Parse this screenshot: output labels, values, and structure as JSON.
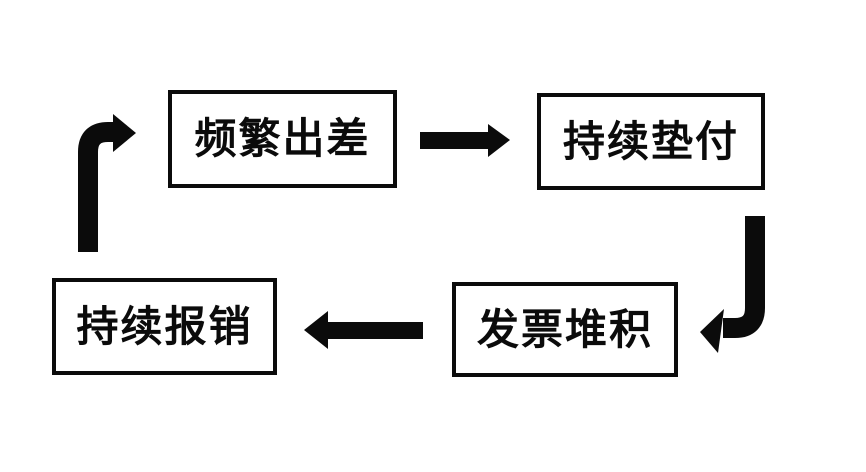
{
  "diagram": {
    "colors": {
      "ink": "#0b0b0b",
      "bg": "#ffffff"
    },
    "nodes": [
      {
        "id": "frequent-business-trips",
        "label": "频繁出差"
      },
      {
        "id": "continuous-advance-payment",
        "label": "持续垫付"
      },
      {
        "id": "invoices-pile-up",
        "label": "发票堆积"
      },
      {
        "id": "continuous-reimbursement",
        "label": "持续报销"
      }
    ],
    "arrows": [
      {
        "icon": "arrow-right-icon",
        "from": "频繁出差",
        "to": "持续垫付"
      },
      {
        "icon": "arrow-down-left-icon",
        "from": "持续垫付",
        "to": "发票堆积"
      },
      {
        "icon": "arrow-left-icon",
        "from": "发票堆积",
        "to": "持续报销"
      },
      {
        "icon": "arrow-up-right-icon",
        "from": "持续报销",
        "to": "频繁出差"
      }
    ]
  }
}
